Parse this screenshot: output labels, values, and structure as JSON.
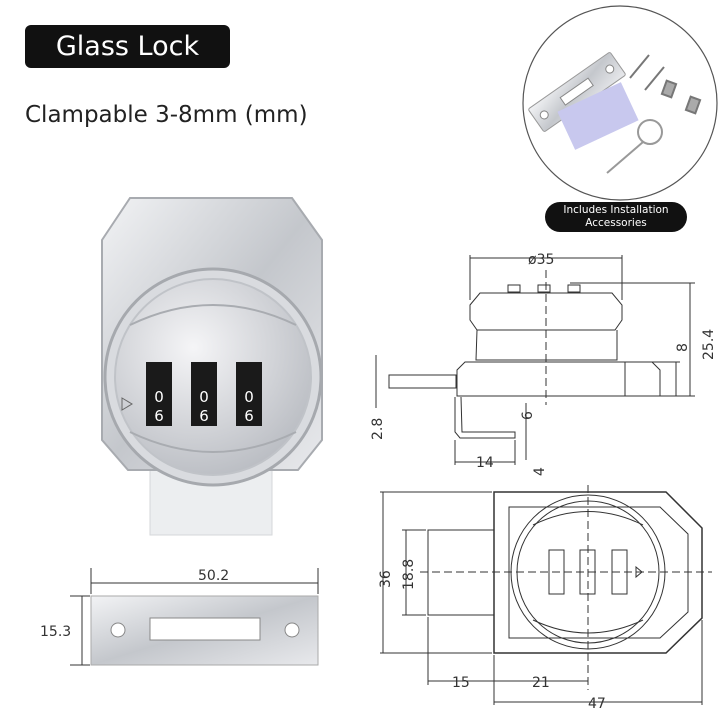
{
  "title": "Glass Lock",
  "subtitle": "Clampable 3-8mm (mm)",
  "accessories_badge": {
    "line1": "Includes Installation",
    "line2": "Accessories"
  },
  "lock_dial_digits": [
    "0",
    "6"
  ],
  "strike_plate": {
    "width": "50.2",
    "height": "15.3"
  },
  "side_view": {
    "diameter": "ø35",
    "height_total": "25.4",
    "base_height": "8",
    "bolt_thickness": "2.8",
    "hook_gap": "6",
    "hook_tip": "4",
    "hook_length": "14"
  },
  "front_view": {
    "height": "36",
    "bolt_height": "18.8",
    "bolt_length": "15",
    "center_offset": "21",
    "width": "47"
  },
  "colors": {
    "badge": "#111111",
    "line": "#333333",
    "metal": "#c9ccd0",
    "film": "#c8c8ee"
  }
}
